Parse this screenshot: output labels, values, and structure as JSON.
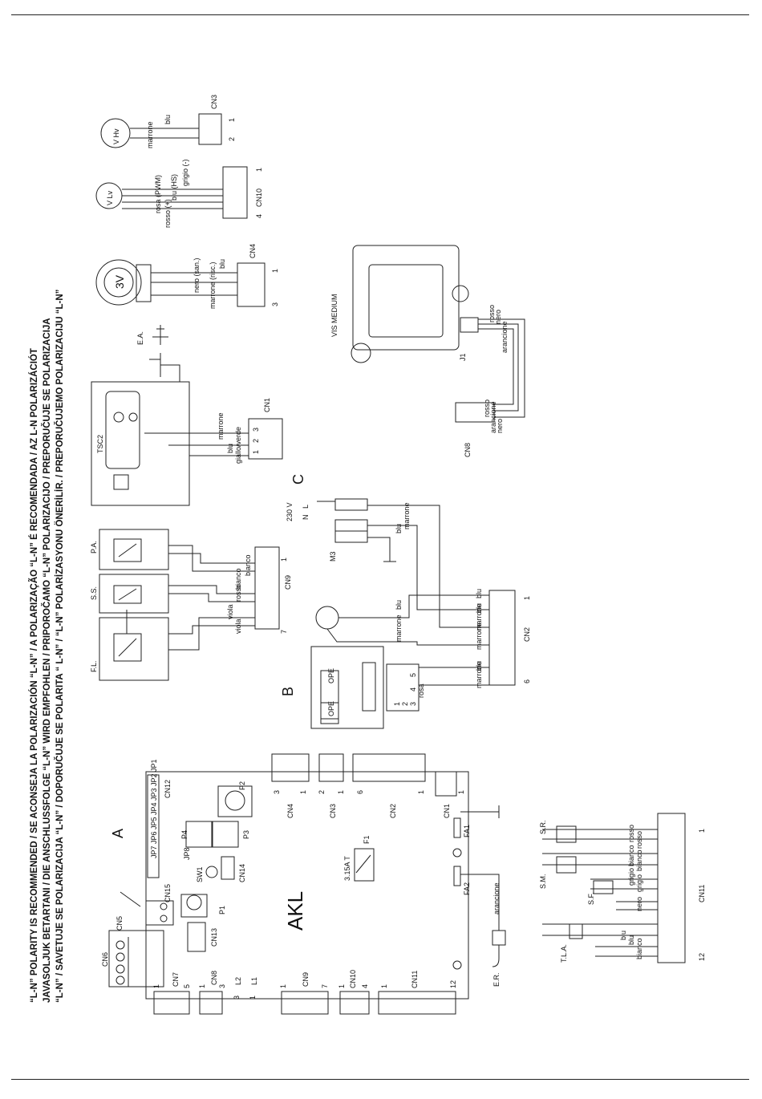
{
  "header": {
    "line1": "“L-N” POLARITY IS RECOMMENDED / SE ACONSEJA LA POLARIZACIÓN “L-N” / A POLARIZAÇÃO “L-N” É RECOMENDADA / AZ L-N POLARIZÁCIÓT",
    "line2": "JAVASOLJUK BETARTANI / DIE ANSCHLUSSFOLGE “L-N” WIRD EMPFOHLEN / PRIPOROČAMO “L-N” POLARIZACIJO / PREPORUČUJE SE POLARIZACIJA",
    "line3": "“L-N” / SAVETUJE SE POLARIZACIJA “L-N” / DOPORUČUJE SE POLARITA “ L-N” / “L-N” POLARİZASYONU ÖNERİLİR. / PREPORUČUJEMO POLARIZACIJU “L-N”"
  },
  "sections": {
    "a": "A",
    "b": "B",
    "c": "C"
  },
  "board": {
    "name": "AKL",
    "fuse": "3.15A T",
    "connectors": [
      "CN1",
      "CN2",
      "CN3",
      "CN4",
      "CN5",
      "CN6",
      "CN7",
      "CN8",
      "CN9",
      "CN10",
      "CN11",
      "CN12",
      "CN13",
      "CN14",
      "CN15"
    ],
    "parts": [
      "P1",
      "P2",
      "P3",
      "P4",
      "SW1",
      "F1",
      "FA1",
      "FA2",
      "JP8",
      "L1",
      "L2"
    ],
    "jumpers": "JP7 JP6 JP5 JP4 JP3 JP2 JP1",
    "pins": {
      "cn7": [
        "1",
        "5"
      ],
      "cn8": [
        "1",
        "3"
      ],
      "cn9": [
        "1",
        "7"
      ],
      "cn10": [
        "1",
        "4"
      ],
      "cn11": [
        "1",
        "12"
      ],
      "cn2": [
        "6",
        "1"
      ],
      "cn3": [
        "2",
        "1"
      ],
      "cn4": [
        "3",
        "1"
      ],
      "cn1": [
        "1"
      ],
      "l": [
        "3",
        "1"
      ]
    }
  },
  "components": {
    "fl": "F.L.",
    "ss": "S.S.",
    "pa": "P.A.",
    "ea": "E.A.",
    "tsc2": "TSC2",
    "threeV": "3V",
    "vlv": "V Lv",
    "vhv": "V Hv",
    "vis": "VIS MEDIUM",
    "j1": "J1",
    "m3": "M3",
    "supply": "230 V",
    "n": "N",
    "l": "L",
    "ope": "OPE",
    "er": "E.R.",
    "sr": "S.R.",
    "sm": "S.M.",
    "sf": "S.F.",
    "tla": "T.L.A."
  },
  "wires": {
    "cn9": [
      "viola",
      "viola",
      "rosso",
      "bianco",
      "bianco"
    ],
    "cn1": [
      "giallo/verde",
      "blu",
      "marrone"
    ],
    "cn4": [
      "marrone (risc.)",
      "nero (san.)",
      "blu"
    ],
    "cn10": [
      "rosso (+)",
      "rosa (PWM)",
      "blu (HS)",
      "grigio (-)"
    ],
    "cn3": [
      "marrone",
      "blu"
    ],
    "j1": [
      "arancione",
      "nero",
      "rosso"
    ],
    "cn8": [
      "nero",
      "arancione",
      "rosso"
    ],
    "cn2": [
      "marrone",
      "blu",
      "marrone",
      "marrone",
      "blu",
      "blu"
    ],
    "b": [
      "rosa",
      "marrone",
      "blu"
    ],
    "m3": [
      "marrone",
      "blu"
    ],
    "cn11": [
      "bianco",
      "blu",
      "blu",
      "nero",
      "grigio",
      "grigio",
      "bianco",
      "bianco",
      "rosso",
      "rosso"
    ],
    "fa2": "arancione"
  },
  "pinLabels": {
    "cn9": [
      "1",
      "7"
    ],
    "cn1": [
      "1",
      "2",
      "3"
    ],
    "cn4": [
      "1",
      "3"
    ],
    "cn10": [
      "1",
      "4"
    ],
    "cn3": [
      "1",
      "2"
    ],
    "cn2": [
      "1",
      "6"
    ],
    "b": [
      "1",
      "2",
      "3",
      "4",
      "5"
    ],
    "cn11": [
      "1",
      "12"
    ]
  }
}
